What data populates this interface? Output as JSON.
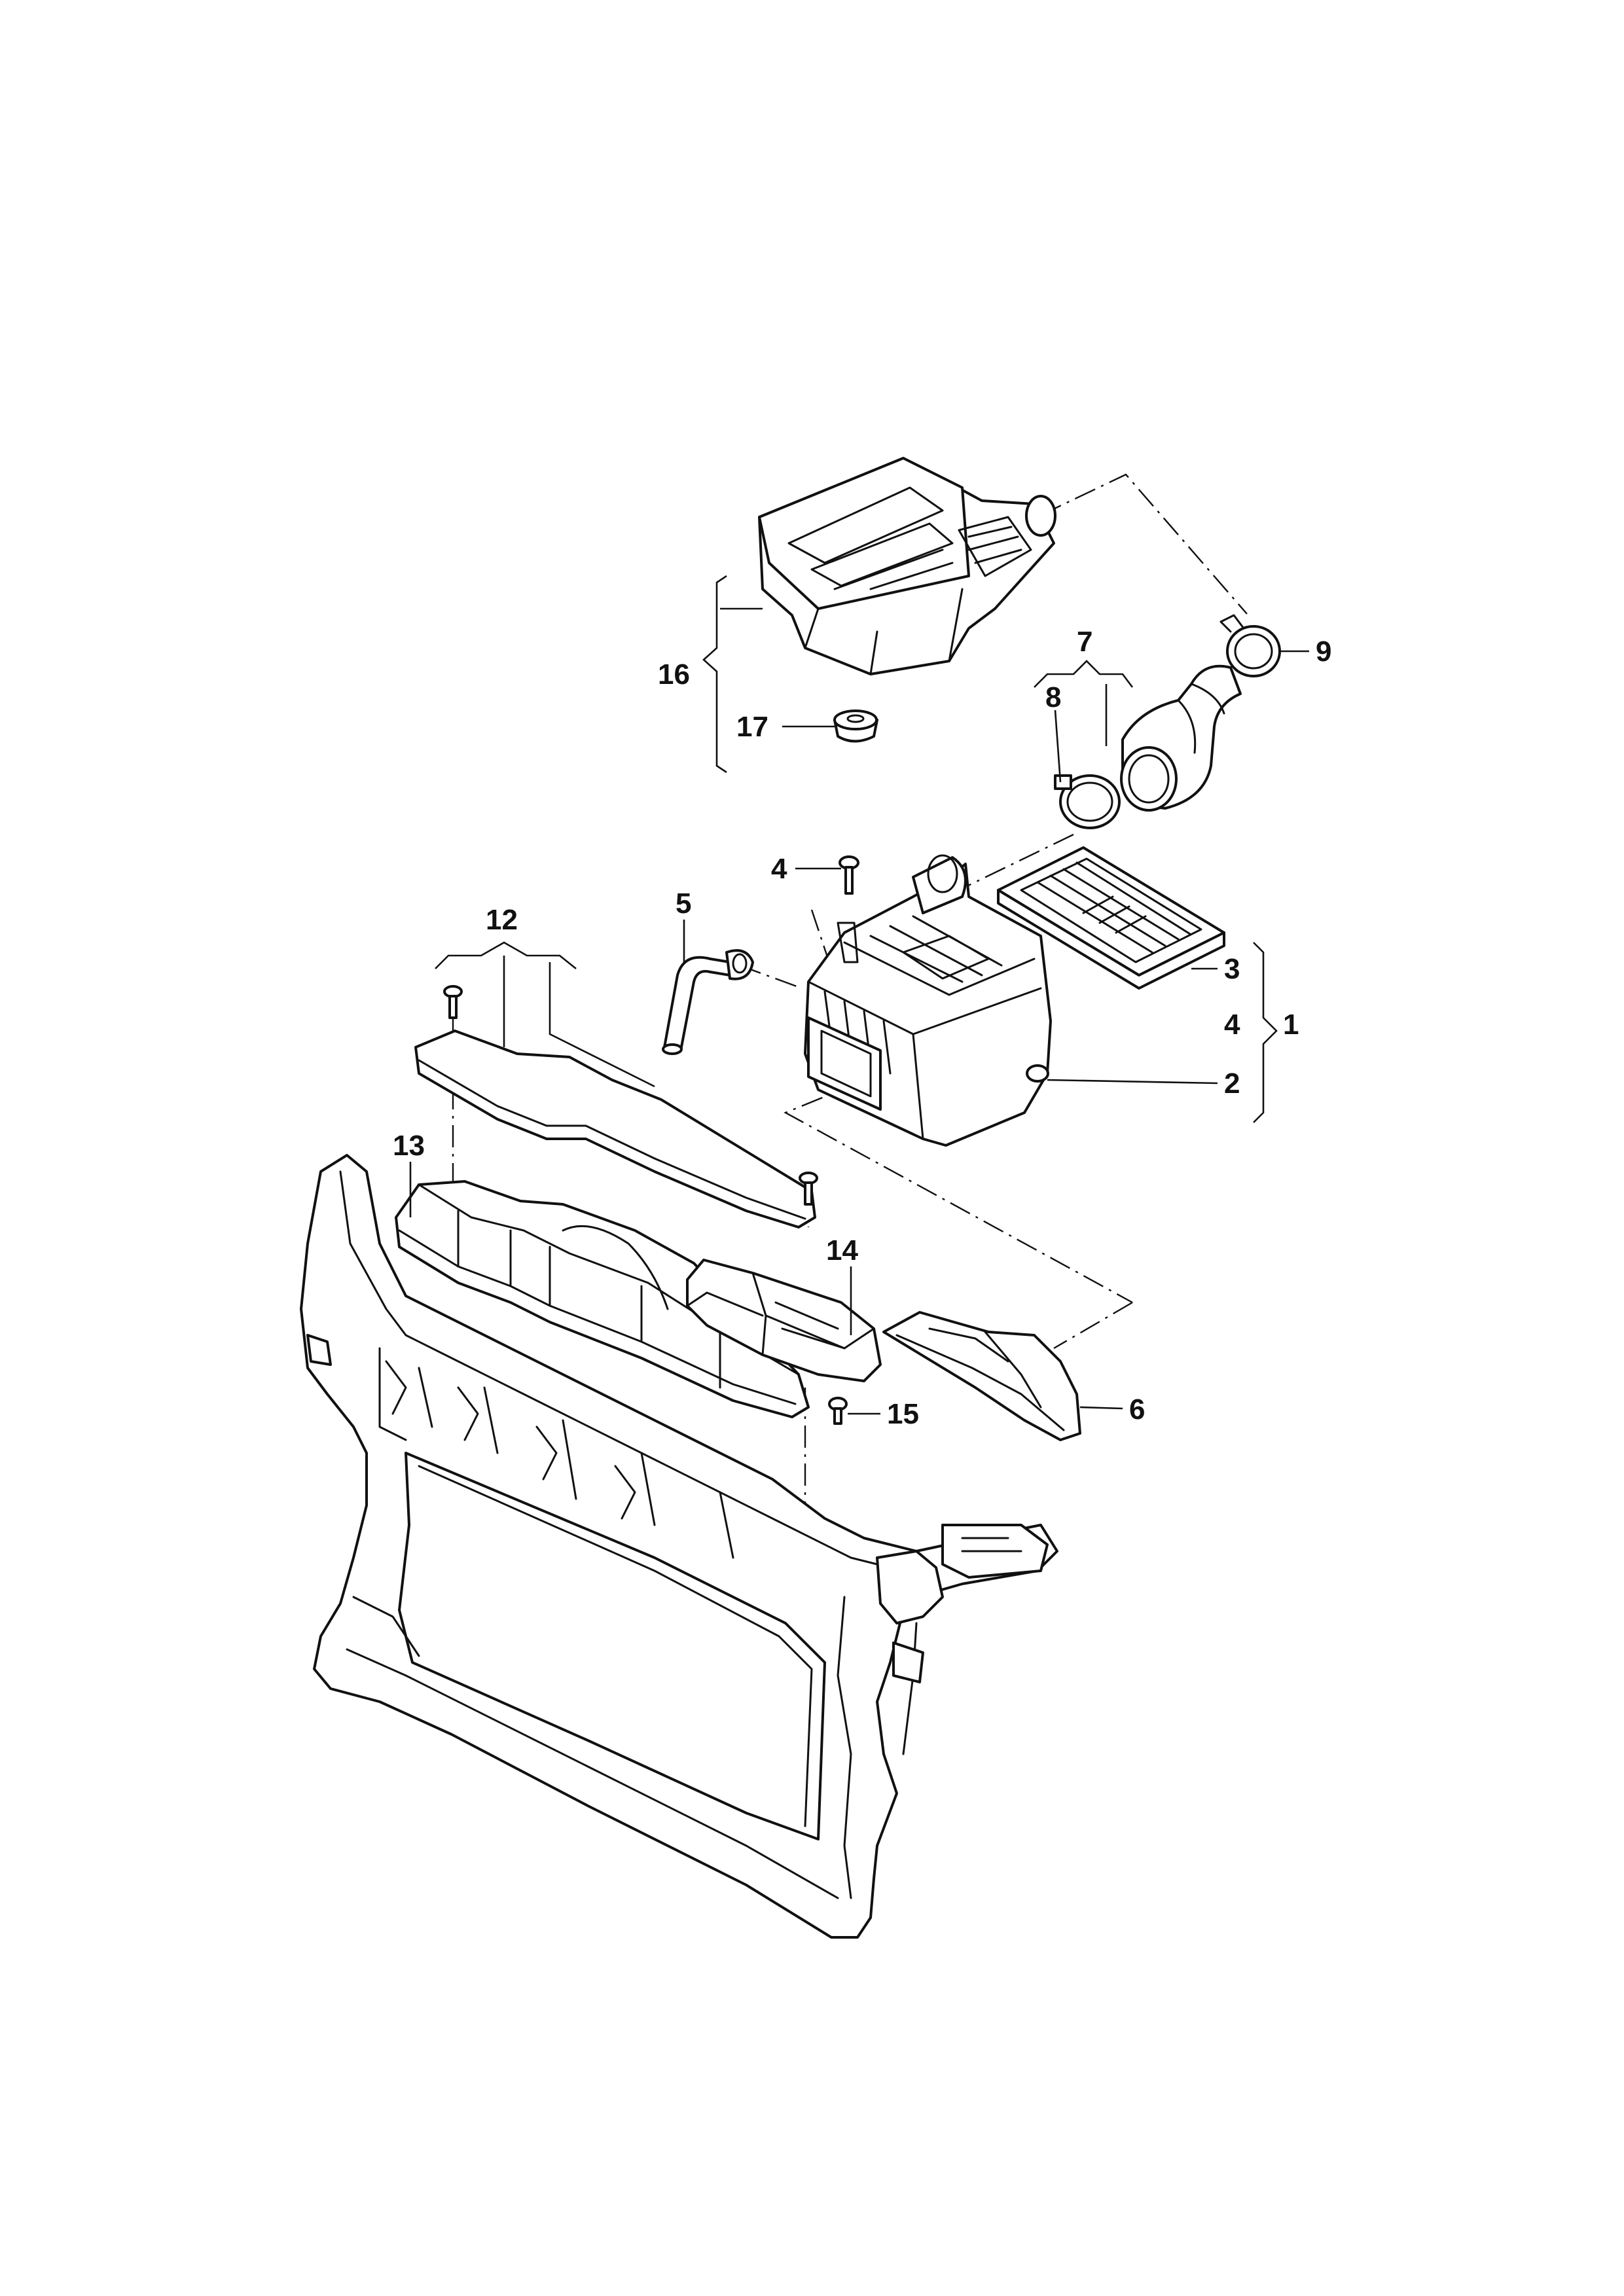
{
  "diagram": {
    "callouts": {
      "c1": "1",
      "c2": "2",
      "c3": "3",
      "c4a": "4",
      "c4b": "4",
      "c5": "5",
      "c6": "6",
      "c7": "7",
      "c8": "8",
      "c9": "9",
      "c12": "12",
      "c13": "13",
      "c14": "14",
      "c15": "15",
      "c16": "16",
      "c17": "17"
    }
  }
}
